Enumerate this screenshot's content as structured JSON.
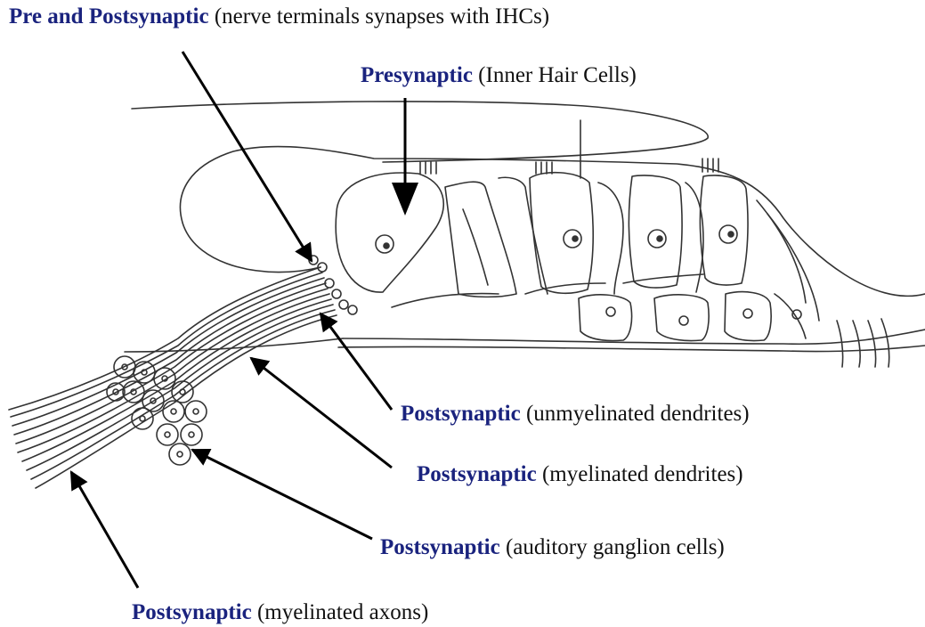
{
  "colors": {
    "label_bold": "#1a237e",
    "label_text": "#111111",
    "line": "#333333",
    "arrow": "#000000"
  },
  "labels": {
    "pre_post": {
      "bold": "Pre and Postsynaptic",
      "rest": " (nerve terminals synapses with IHCs)"
    },
    "presynaptic": {
      "bold": "Presynaptic",
      "rest": " (Inner Hair Cells)"
    },
    "unmyelinated": {
      "bold": "Postsynaptic",
      "rest": " (unmyelinated dendrites)"
    },
    "myelinated_dendrites": {
      "bold": "Postsynaptic",
      "rest": " (myelinated dendrites)"
    },
    "ganglion": {
      "bold": "Postsynaptic",
      "rest": " (auditory ganglion cells)"
    },
    "axons": {
      "bold": "Postsynaptic",
      "rest": " (myelinated axons)"
    }
  }
}
